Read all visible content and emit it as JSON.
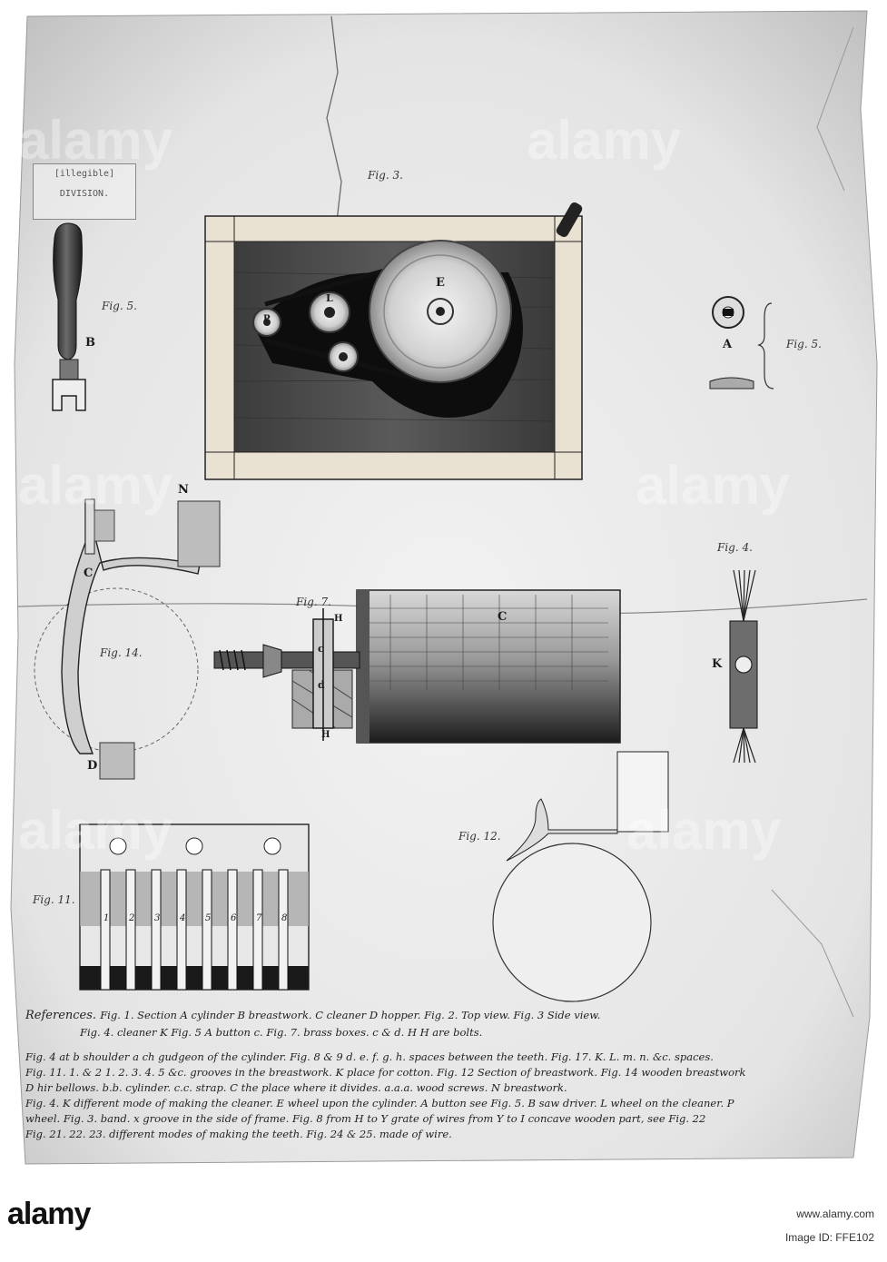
{
  "stamp": {
    "line1": "[illegible]",
    "line2": "DIVISION."
  },
  "figures": {
    "fig3": "Fig. 3.",
    "fig5_left": "Fig. 5.",
    "fig5_right": "Fig. 5.",
    "fig4": "Fig. 4.",
    "fig7": "Fig. 7.",
    "fig14": "Fig. 14.",
    "fig11": "Fig. 11.",
    "fig12": "Fig. 12."
  },
  "letters": {
    "B": "B",
    "E": "E",
    "L": "L",
    "P": "P",
    "A": "A",
    "N": "N",
    "C_cyl": "C",
    "C_hopper": "C",
    "D": "D",
    "K": "K",
    "H_top": "H",
    "H_bot": "H",
    "c": "c",
    "d": "d"
  },
  "teeth_numbers": [
    "1",
    "2",
    "3",
    "4",
    "5",
    "6",
    "7",
    "8"
  ],
  "references": {
    "heading": "References.",
    "lines": [
      "Fig. 1.  Section  A cylinder  B breastwork.  C cleaner  D hopper.  Fig. 2.  Top view.  Fig. 3  Side view.",
      "Fig. 4.  cleaner  K  Fig. 5  A  button  c.  Fig. 7.  brass boxes.  c & d.  H H are bolts.",
      "Fig. 4 at b shoulder a ch gudgeon of the cylinder.  Fig. 8 & 9 d. e. f. g. h. spaces between the teeth.  Fig. 17. K. L. m. n. &c. spaces.",
      "Fig. 11. 1. & 2   1. 2. 3. 4. 5 &c. grooves in the breastwork.  K place for cotton.  Fig. 12 Section of breastwork.  Fig. 14 wooden breastwork",
      "D hir bellows. b.b. cylinder.  c.c. strap.  C the place where it divides.  a.a.a. wood screws.  N breastwork.",
      "Fig. 4. K different mode of making the cleaner.  E wheel upon the cylinder.  A button see Fig. 5.  B saw driver.  L wheel on the cleaner.  P",
      "wheel.  Fig. 3. band.  x groove in the side of frame.  Fig. 8 from H to Y grate of wires from Y to I  concave wooden part, see Fig. 22",
      "Fig. 21. 22. 23.  different modes of making the teeth.  Fig. 24 & 25.  made of wire."
    ]
  },
  "watermarks": [
    "alamy",
    "alamy",
    "alamy",
    "alamy",
    "alamy",
    "alamy"
  ],
  "footer": {
    "logo": "alamy",
    "image_id": "Image ID: FFE102",
    "site": "www.alamy.com"
  }
}
